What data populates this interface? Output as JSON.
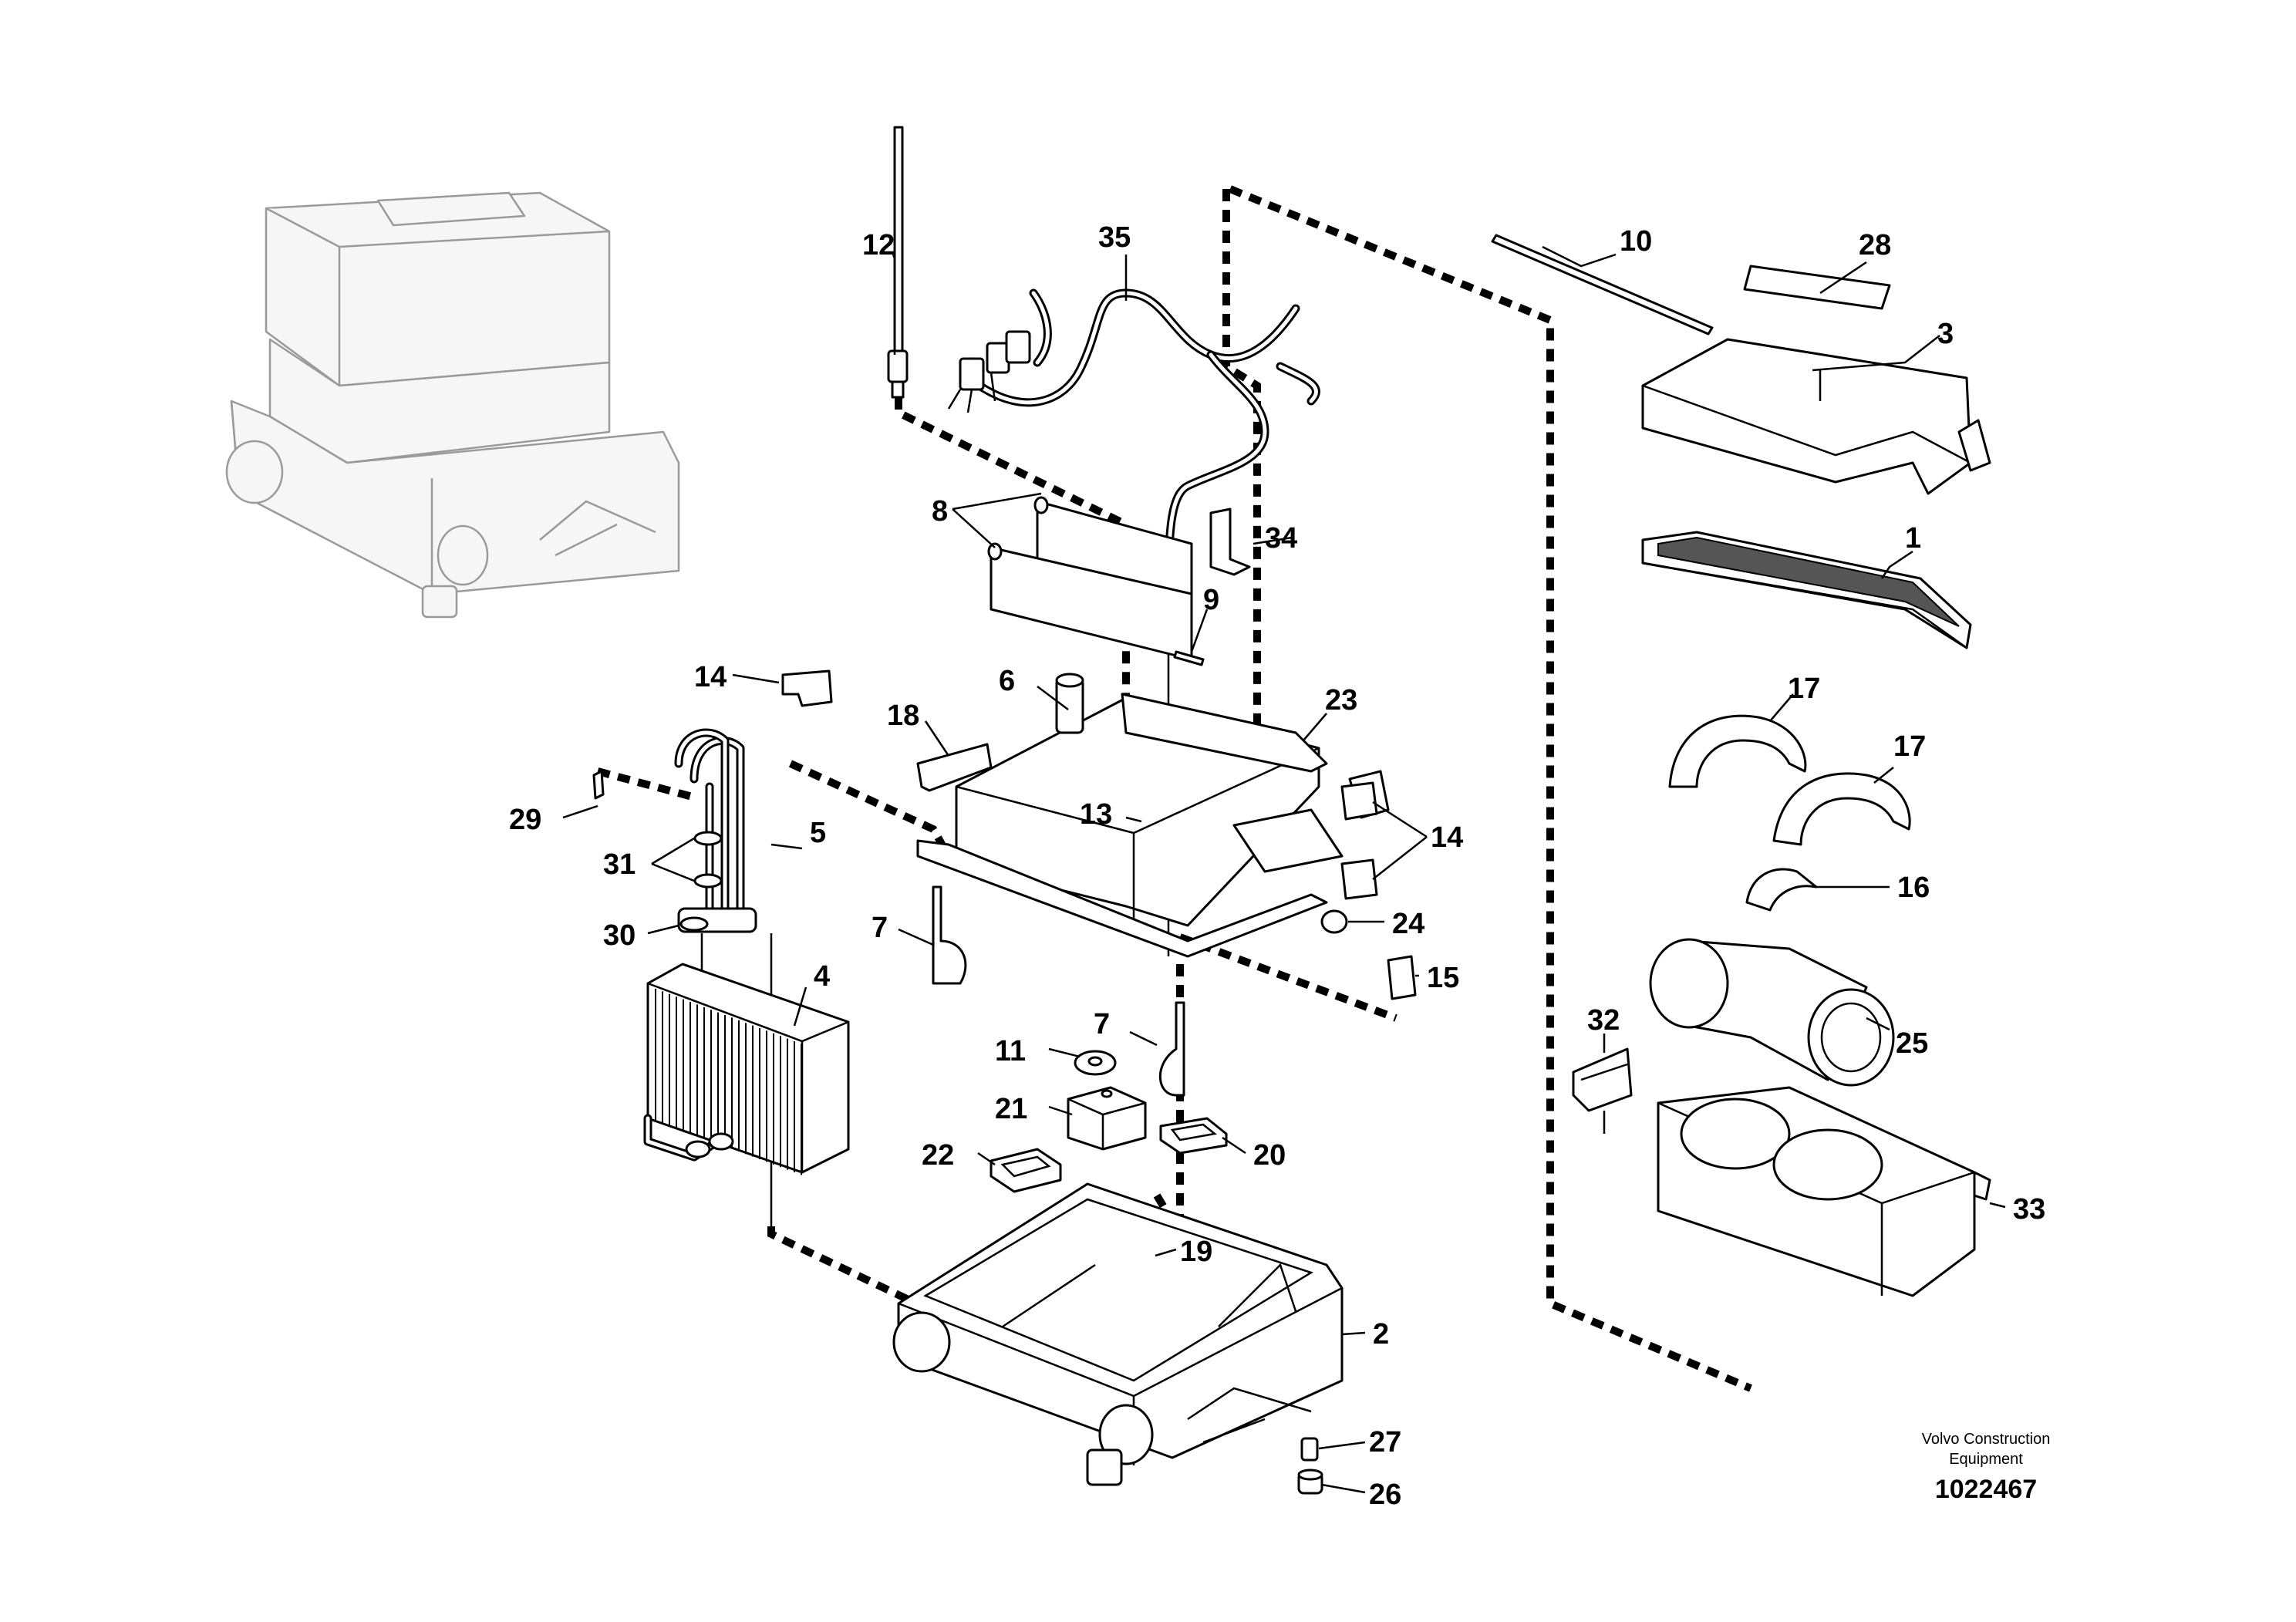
{
  "callouts": {
    "c1": "1",
    "c2": "2",
    "c3": "3",
    "c4": "4",
    "c5": "5",
    "c6": "6",
    "c7a": "7",
    "c7b": "7",
    "c8": "8",
    "c9": "9",
    "c10": "10",
    "c11": "11",
    "c12": "12",
    "c13": "13",
    "c14a": "14",
    "c14b": "14",
    "c15": "15",
    "c16": "16",
    "c17a": "17",
    "c17b": "17",
    "c18": "18",
    "c19": "19",
    "c20": "20",
    "c21": "21",
    "c22": "22",
    "c23": "23",
    "c24": "24",
    "c25": "25",
    "c26": "26",
    "c27": "27",
    "c28": "28",
    "c29": "29",
    "c30": "30",
    "c31": "31",
    "c32": "32",
    "c33": "33",
    "c34": "34",
    "c35": "35"
  },
  "footer": {
    "company_line1": "Volvo Construction",
    "company_line2": "Equipment",
    "drawing_number": "1022467"
  }
}
